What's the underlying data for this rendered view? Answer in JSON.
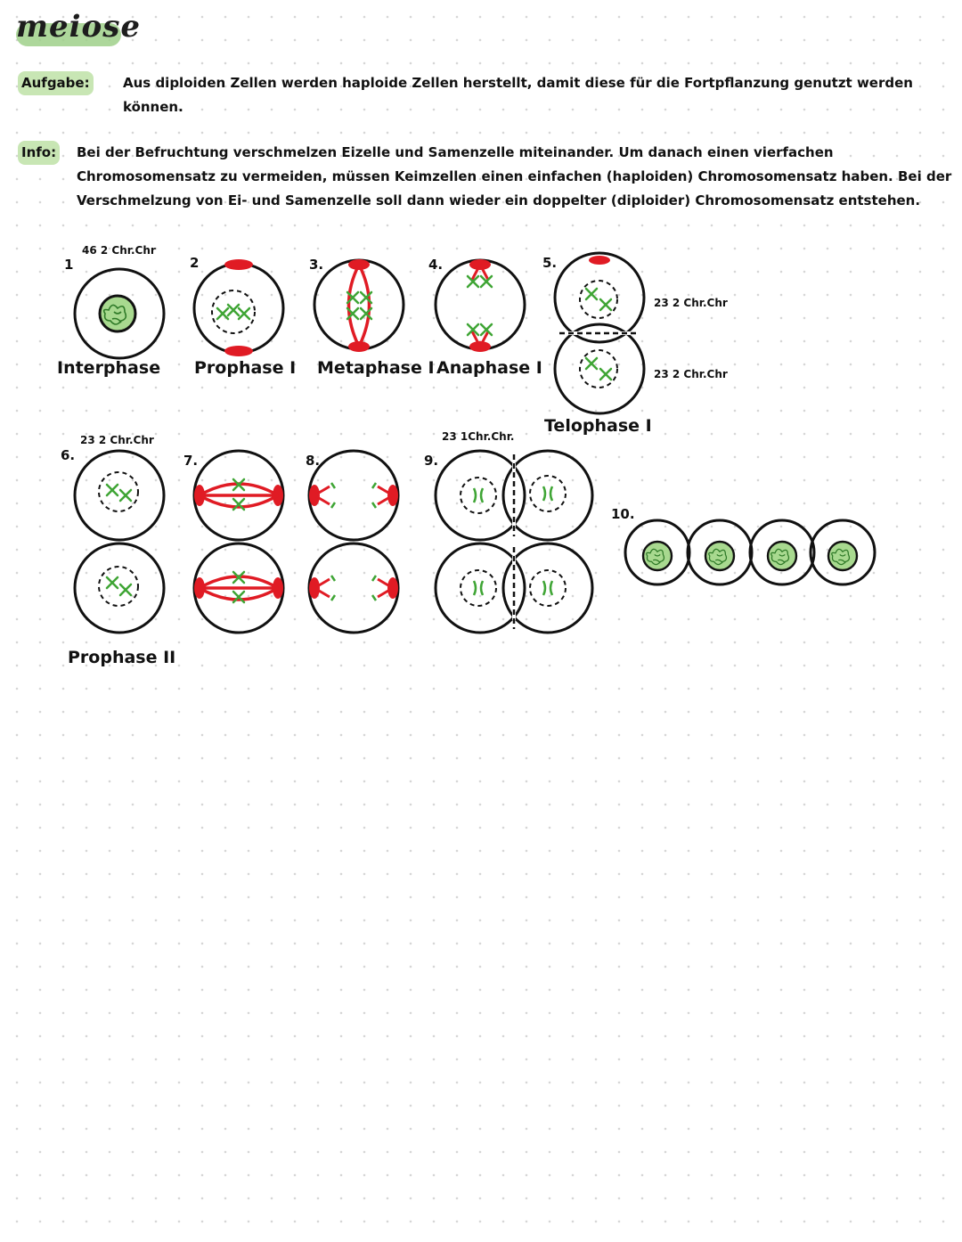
{
  "title": "meiose",
  "aufgabe": {
    "label": "Aufgabe:",
    "text": "Aus diploiden Zellen werden haploide Zellen herstellt, damit diese für die Fortpflanzung genutzt werden können."
  },
  "info": {
    "label": "Info:",
    "text": "Bei der Befruchtung verschmelzen Eizelle und Samenzelle miteinander. Um danach einen vierfachen Chromosomensatz zu vermeiden, müssen Keimzellen einen einfachen (haploiden) Chromosomensatz haben. Bei der Verschmelzung von Ei- und Samenzelle soll dann wieder ein doppelter (diploider) Chromosomensatz entstehen."
  },
  "stages": {
    "s1": {
      "num": "1",
      "note": "46 2 Chr.Chr",
      "name": "Interphase"
    },
    "s2": {
      "num": "2",
      "name": "Prophase I"
    },
    "s3": {
      "num": "3.",
      "name": "Metaphase I"
    },
    "s4": {
      "num": "4.",
      "name": "Anaphase I"
    },
    "s5": {
      "num": "5.",
      "note_top": "23 2 Chr.Chr",
      "note_bottom": "23 2 Chr.Chr",
      "name": "Telophase I"
    },
    "s6": {
      "num": "6.",
      "note": "23 2 Chr.Chr",
      "name": "Prophase II"
    },
    "s7": {
      "num": "7."
    },
    "s8": {
      "num": "8."
    },
    "s9": {
      "num": "9.",
      "note": "23 1Chr.Chr."
    },
    "s10": {
      "num": "10."
    }
  },
  "colors": {
    "chromosome": "#3fa535",
    "spindle": "#e01b24",
    "nucleus_fill": "#a8d98f",
    "outline": "#111111",
    "title_highlight": "#9fd08a"
  }
}
